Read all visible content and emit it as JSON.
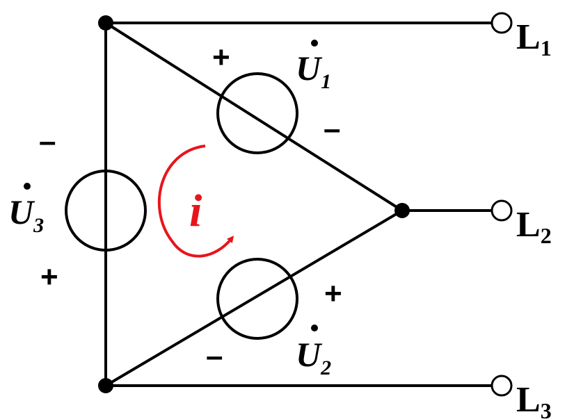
{
  "diagram": {
    "sources": [
      {
        "symbol": "U",
        "subscript": "1",
        "plus": "+",
        "minus": "–"
      },
      {
        "symbol": "U",
        "subscript": "2",
        "plus": "+",
        "minus": "–"
      },
      {
        "symbol": "U",
        "subscript": "3",
        "plus": "+",
        "minus": "–"
      }
    ],
    "current": {
      "symbol": "i",
      "color": "#e8141b"
    },
    "terminals": [
      {
        "letter": "L",
        "subscript": "1"
      },
      {
        "letter": "L",
        "subscript": "2"
      },
      {
        "letter": "L",
        "subscript": "3"
      }
    ]
  }
}
